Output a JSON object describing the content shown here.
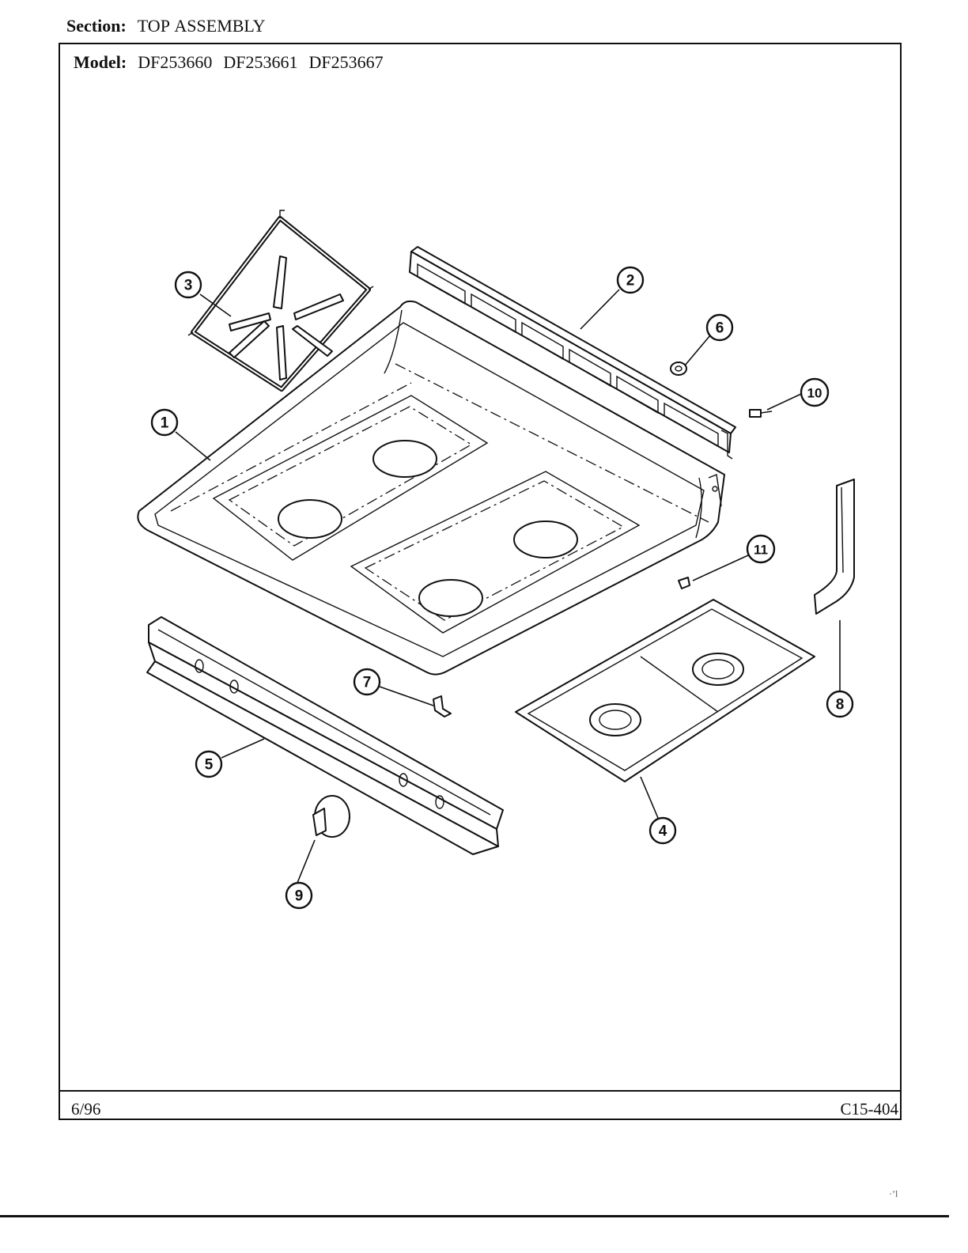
{
  "header": {
    "section_label": "Section:",
    "section_value": "TOP ASSEMBLY",
    "model_label": "Model:",
    "models": [
      "DF253660",
      "DF253661",
      "DF253667"
    ]
  },
  "footer": {
    "date": "6/96",
    "code": "C15-404"
  },
  "callouts": [
    "1",
    "2",
    "3",
    "4",
    "5",
    "6",
    "7",
    "8",
    "9",
    "10",
    "11"
  ],
  "corner_mark": "·’l"
}
